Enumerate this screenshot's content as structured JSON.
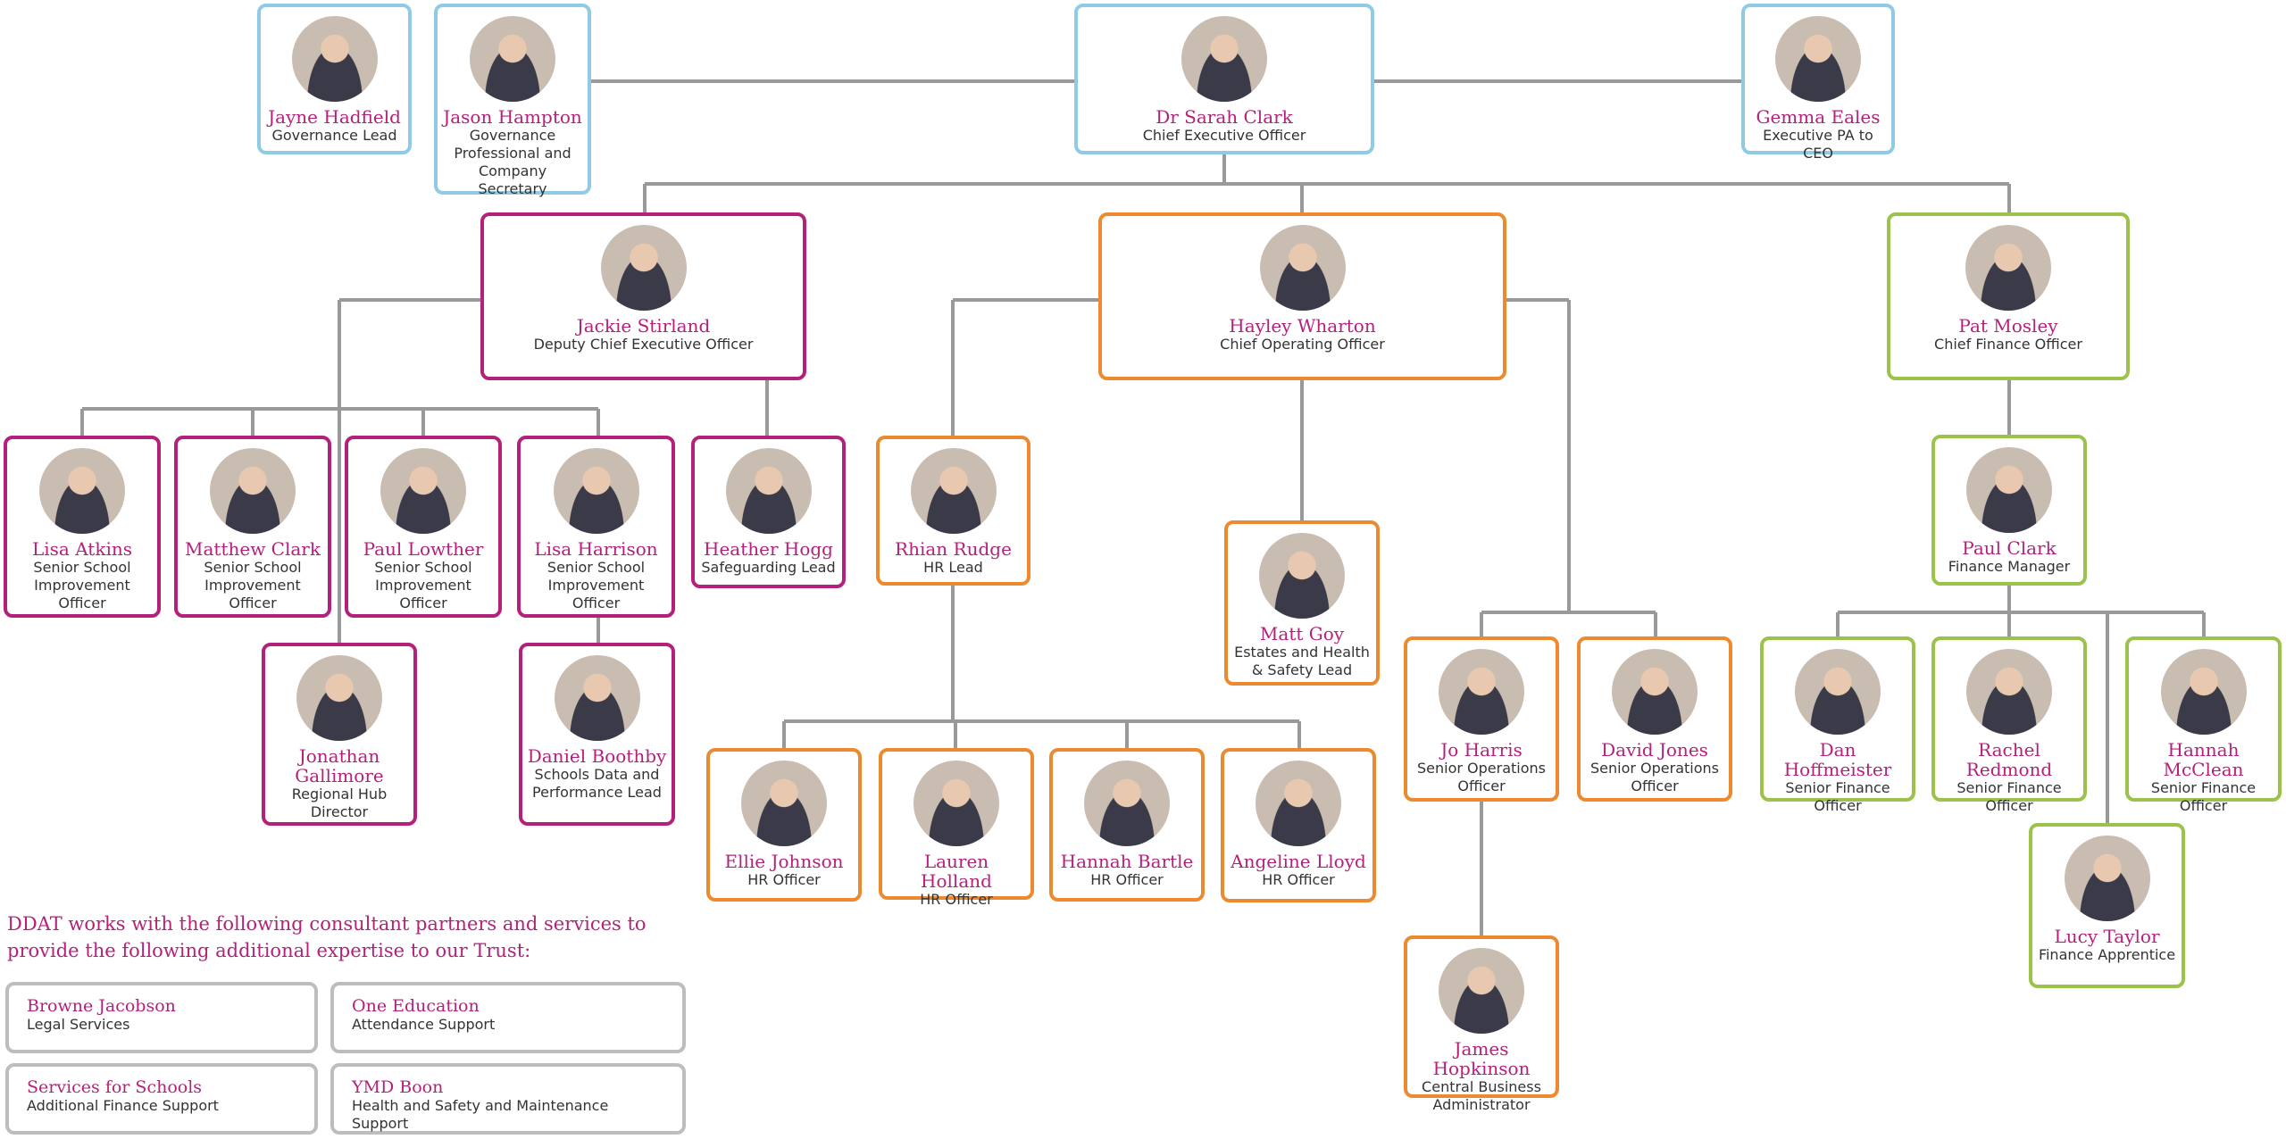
{
  "colors": {
    "connector": "#999999",
    "name_text": "#b4217a",
    "role_text": "#333333",
    "executive_border": "#8fcbe5",
    "education_border": "#b4217a",
    "operations_border": "#ec8a2f",
    "finance_border": "#9bc34b",
    "partner_border": "#bdbdbd"
  },
  "people": {
    "hadfield": {
      "name": "Jayne Hadfield",
      "role": "Governance Lead"
    },
    "hampton": {
      "name": "Jason Hampton",
      "role": "Governance Professional and Company Secretary"
    },
    "clark_s": {
      "name": "Dr Sarah Clark",
      "role": "Chief Executive Officer"
    },
    "eales": {
      "name": "Gemma Eales",
      "role": "Executive PA to CEO"
    },
    "stirland": {
      "name": "Jackie Stirland",
      "role": "Deputy Chief Executive Officer"
    },
    "wharton": {
      "name": "Hayley Wharton",
      "role": "Chief Operating Officer"
    },
    "mosley": {
      "name": "Pat Mosley",
      "role": "Chief Finance Officer"
    },
    "atkins": {
      "name": "Lisa Atkins",
      "role": "Senior School Improvement Officer"
    },
    "clark_m": {
      "name": "Matthew Clark",
      "role": "Senior School Improvement Officer"
    },
    "lowther": {
      "name": "Paul Lowther",
      "role": "Senior School Improvement Officer"
    },
    "harrison": {
      "name": "Lisa Harrison",
      "role": "Senior School Improvement Officer"
    },
    "hogg": {
      "name": "Heather Hogg",
      "role": "Safeguarding Lead"
    },
    "rudge": {
      "name": "Rhian Rudge",
      "role": "HR Lead"
    },
    "goy": {
      "name": "Matt Goy",
      "role": "Estates and Health & Safety Lead"
    },
    "clark_p": {
      "name": "Paul Clark",
      "role": "Finance Manager"
    },
    "gallimore": {
      "name": "Jonathan Gallimore",
      "role": "Regional Hub Director"
    },
    "boothby": {
      "name": "Daniel Boothby",
      "role": "Schools Data and Performance Lead"
    },
    "johnson": {
      "name": "Ellie Johnson",
      "role": "HR Officer"
    },
    "holland": {
      "name": "Lauren Holland",
      "role": "HR Officer"
    },
    "bartle": {
      "name": "Hannah Bartle",
      "role": "HR Officer"
    },
    "lloyd": {
      "name": "Angeline Lloyd",
      "role": "HR Officer"
    },
    "harris": {
      "name": "Jo Harris",
      "role": "Senior Operations Officer"
    },
    "jones": {
      "name": "David Jones",
      "role": "Senior Operations Officer"
    },
    "hopkinson": {
      "name": "James Hopkinson",
      "role": "Central Business Administrator"
    },
    "hoffmeister": {
      "name": "Dan Hoffmeister",
      "role": "Senior Finance Officer"
    },
    "redmond": {
      "name": "Rachel Redmond",
      "role": "Senior Finance Officer"
    },
    "mcclean": {
      "name": "Hannah McClean",
      "role": "Senior Finance Officer"
    },
    "taylor": {
      "name": "Lucy Taylor",
      "role": "Finance Apprentice"
    }
  },
  "partners": {
    "intro": "DDAT works with the following consultant partners and services to provide the following additional expertise to our Trust:",
    "browne": {
      "name": "Browne Jacobson",
      "service": "Legal Services"
    },
    "one_ed": {
      "name": "One Education",
      "service": "Attendance Support"
    },
    "sfs": {
      "name": "Services for Schools",
      "service": "Additional Finance Support"
    },
    "ymd": {
      "name": "YMD Boon",
      "service": "Health and Safety and Maintenance Support"
    }
  }
}
